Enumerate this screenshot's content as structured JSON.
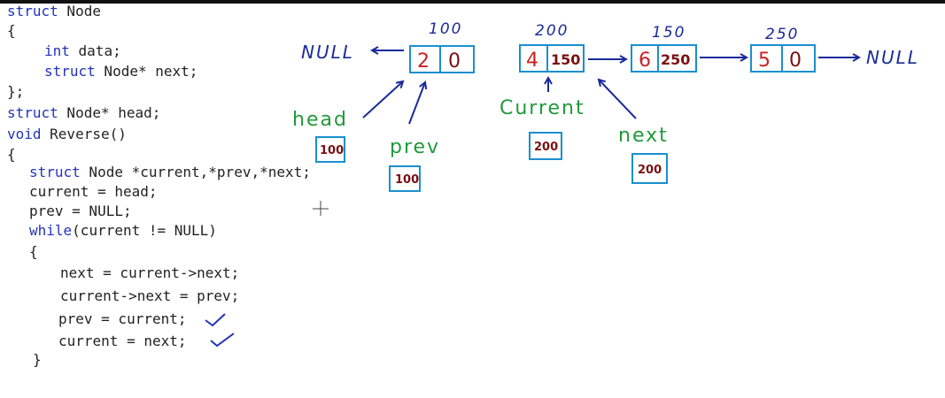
{
  "code": [
    {
      "indent": 8,
      "parts": [
        {
          "kw": true,
          "text": "struct"
        },
        {
          "kw": false,
          "text": " Node"
        }
      ]
    },
    {
      "indent": 8,
      "parts": [
        {
          "kw": false,
          "text": "{"
        }
      ]
    },
    {
      "indent": 50,
      "parts": [
        {
          "kw": true,
          "text": "int"
        },
        {
          "kw": false,
          "text": " data;"
        }
      ]
    },
    {
      "indent": 50,
      "parts": [
        {
          "kw": true,
          "text": "struct"
        },
        {
          "kw": false,
          "text": " Node* next;"
        }
      ]
    },
    {
      "indent": 8,
      "parts": [
        {
          "kw": false,
          "text": "};"
        }
      ]
    },
    {
      "indent": 8,
      "parts": [
        {
          "kw": true,
          "text": "struct"
        },
        {
          "kw": false,
          "text": " Node* head;"
        }
      ]
    },
    {
      "indent": 8,
      "parts": [
        {
          "kw": true,
          "text": "void"
        },
        {
          "kw": false,
          "text": " Reverse()"
        }
      ]
    },
    {
      "indent": 8,
      "parts": [
        {
          "kw": false,
          "text": "{"
        }
      ]
    },
    {
      "indent": 33,
      "parts": [
        {
          "kw": true,
          "text": "struct"
        },
        {
          "kw": false,
          "text": " Node *current,*prev,*next;"
        }
      ]
    },
    {
      "indent": 33,
      "parts": [
        {
          "kw": false,
          "text": "current = head;"
        }
      ]
    },
    {
      "indent": 33,
      "parts": [
        {
          "kw": false,
          "text": "prev = NULL;"
        }
      ]
    },
    {
      "indent": 33,
      "parts": [
        {
          "kw": true,
          "text": "while"
        },
        {
          "kw": false,
          "text": "(current != NULL)"
        }
      ]
    },
    {
      "indent": 33,
      "parts": [
        {
          "kw": false,
          "text": "{"
        }
      ]
    },
    {
      "indent": 68,
      "parts": [
        {
          "kw": false,
          "text": "next = current->next;"
        }
      ]
    },
    {
      "indent": 68,
      "parts": [
        {
          "kw": false,
          "text": "current->next = prev;"
        }
      ]
    },
    {
      "indent": 66,
      "parts": [
        {
          "kw": false,
          "text": "prev = current;"
        }
      ]
    },
    {
      "indent": 66,
      "parts": [
        {
          "kw": false,
          "text": "current = next;"
        }
      ]
    },
    {
      "indent": 37,
      "parts": [
        {
          "kw": false,
          "text": "}"
        }
      ]
    }
  ],
  "nodes": [
    {
      "address": "100",
      "data": "2",
      "next": "0"
    },
    {
      "address": "200",
      "data": "4",
      "next": "150"
    },
    {
      "address": "150",
      "data": "6",
      "next": "250"
    },
    {
      "address": "250",
      "data": "5",
      "next": "0"
    }
  ],
  "null_left": "NULL",
  "null_right": "NULL",
  "pointers": [
    {
      "label": "head",
      "value": "100"
    },
    {
      "label": "prev",
      "value": "100"
    },
    {
      "label": "Current",
      "value": "200"
    },
    {
      "label": "next",
      "value": "200"
    }
  ],
  "colors": {
    "keyword": "#2233bb",
    "annotation_blue": "#1a2a9a",
    "box_border": "#1a8fd0",
    "data_red": "#cc2222",
    "value_dark": "#7a1010",
    "label_green": "#1f9a3a"
  }
}
